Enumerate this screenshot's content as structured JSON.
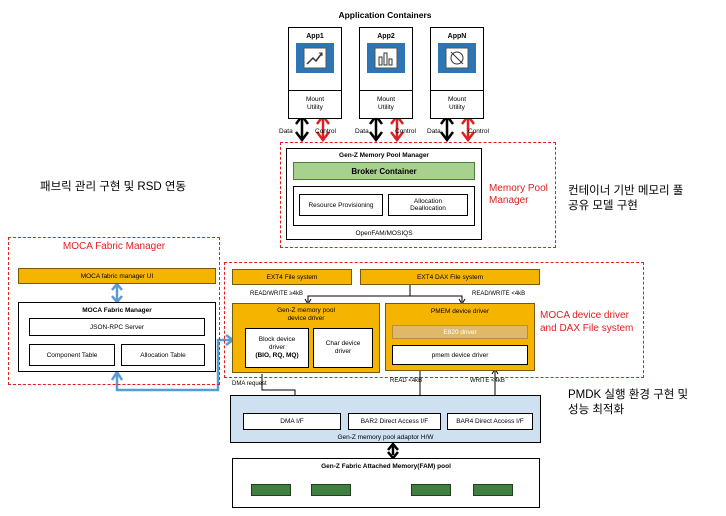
{
  "app_containers": {
    "title": "Application Containers",
    "apps": [
      {
        "name": "App1",
        "mount": "Mount\nUtility"
      },
      {
        "name": "App2",
        "mount": "Mount\nUtility"
      },
      {
        "name": "AppN",
        "mount": "Mount\nUtility"
      }
    ],
    "data_label": "Data",
    "control_label": "Control"
  },
  "pool_manager": {
    "title": "Gen-Z Memory Pool Manager",
    "broker": "Broker Container",
    "resource": "Resource Provisioning",
    "allocation": "Allocation\nDeallocation",
    "footer": "OpenFAM/MOSIQS",
    "side_label": "Memory Pool\nManager"
  },
  "annotations": {
    "fabric_impl": "패브릭 관리 구현 및 RSD 연동",
    "container_pool": "컨테이너 기반 메모리 풀\n공유 모델 구현",
    "pmdk": "PMDK 실행 환경 구현 및\n성능 최적화"
  },
  "fabric_manager": {
    "title": "MOCA Fabric Manager",
    "ui": "MOCA fabric manager UI",
    "inner_title": "MOCA Fabric Manager",
    "json_rpc": "JSON-RPC Server",
    "component_table": "Component Table",
    "allocation_table": "Allocation Table"
  },
  "device_driver": {
    "ext4": "EXT4 File system",
    "ext4_dax": "EXT4 DAX File system",
    "rw_ge": "READ/WRITE ≥4kB",
    "rw_lt": "READ/WRITE <4kB",
    "genz_driver": "Gen-Z memory pool\ndevice driver",
    "block_driver": "Block device\ndriver",
    "block_sub": "(BIO, RQ, MQ)",
    "char_driver": "Char device\ndriver",
    "pmem_driver": "PMEM device driver",
    "e820": "E820 driver",
    "pmem_dev": "pmem device driver",
    "side_label": "MOCA device driver\nand DAX File system"
  },
  "adaptor": {
    "dma_request": "DMA request",
    "read": "READ <4kB",
    "write": "WRITE <4kB",
    "dma_if": "DMA I/F",
    "bar2": "BAR2 Direct Access I/F",
    "bar4": "BAR4 Direct Access I/F",
    "footer": "Gen-Z memory pool adaptor H/W"
  },
  "fam": {
    "title": "Gen-Z Fabric Attached Memory(FAM) pool"
  },
  "colors": {
    "gold": "#f5b400",
    "green": "#a9d18e",
    "blue_fill": "#cfe0f1",
    "app_blue": "#2e75b6",
    "red": "#e02020",
    "dimm_green": "#3f7f3f"
  }
}
